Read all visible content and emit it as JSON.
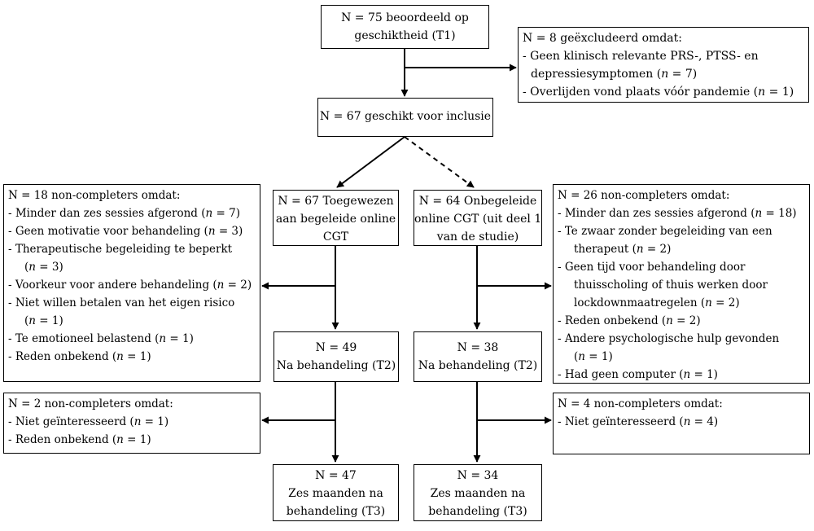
{
  "boxes": {
    "assessed": [
      "N = 75 beoordeeld op",
      "geschiktheid (T1)"
    ],
    "excluded": {
      "title": "N = 8 geëxcludeerd omdat:",
      "items": [
        [
          "- Geen klinisch relevante PRS-, PTSS- en",
          "depressiesymptomen (",
          "n",
          " = 7)"
        ],
        [
          "- Overlijden vond plaats vóór pandemie (",
          "n",
          " = 1)"
        ]
      ]
    },
    "eligible": [
      "N = 67 geschikt voor inclusie"
    ],
    "guided": [
      "N = 67 Toegewezen",
      "aan begeleide online",
      "CGT"
    ],
    "unguided": [
      "N = 64 Onbegeleide",
      "online CGT (uit deel 1",
      "van de studie)"
    ],
    "left_noncompleters_1": {
      "title": "N = 18 non-completers omdat:",
      "items": [
        {
          "text": "- Minder dan zes sessies afgerond (",
          "n": "n",
          "rest": " = 7)"
        },
        {
          "text": "- Geen motivatie voor behandeling (",
          "n": "n",
          "rest": " = 3)"
        },
        {
          "text": "- Therapeutische begeleiding te beperkt",
          "cont_pre": "(",
          "n": "n",
          "rest": " = 3)"
        },
        {
          "text": "- Voorkeur voor andere behandeling (",
          "n": "n",
          "rest": " = 2)"
        },
        {
          "text": "- Niet willen betalen van het eigen risico",
          "cont_pre": "(",
          "n": "n",
          "rest": " = 1)"
        },
        {
          "text": "- Te emotioneel belastend (",
          "n": "n",
          "rest": " = 1)"
        },
        {
          "text": "- Reden onbekend (",
          "n": "n",
          "rest": " = 1)"
        }
      ]
    },
    "right_noncompleters_1": {
      "title": "N = 26 non-completers omdat:",
      "items": [
        {
          "text": "- Minder dan zes sessies afgerond (",
          "n": "n",
          "rest": " = 18)"
        },
        {
          "text": "- Te zwaar zonder begeleiding van een",
          "cont_pre": "therapeut (",
          "n": "n",
          "rest": " = 2)"
        },
        {
          "text": "- Geen tijd voor behandeling door",
          "cont_lines": [
            "thuisscholing of thuis werken door"
          ],
          "cont_pre": "lockdownmaatregelen (",
          "n": "n",
          "rest": " = 2)"
        },
        {
          "text": "- Reden onbekend (",
          "n": "n",
          "rest": " = 2)"
        },
        {
          "text": "- Andere psychologische hulp gevonden",
          "cont_pre": "(",
          "n": "n",
          "rest": " = 1)"
        },
        {
          "text": "- Had geen computer (",
          "n": "n",
          "rest": " = 1)"
        }
      ]
    },
    "guided_post": [
      "N = 49",
      "Na behandeling (T2)"
    ],
    "unguided_post": [
      "N = 38",
      "Na behandeling (T2)"
    ],
    "left_noncompleters_2": {
      "title": "N = 2 non-completers omdat:",
      "items": [
        {
          "text": "- Niet geïnteresseerd (",
          "n": "n",
          "rest": " = 1)"
        },
        {
          "text": "- Reden onbekend (",
          "n": "n",
          "rest": " = 1)"
        }
      ]
    },
    "right_noncompleters_2": {
      "title": "N = 4 non-completers omdat:",
      "items": [
        {
          "text": "- Niet geïnteresseerd (",
          "n": "n",
          "rest": " = 4)"
        }
      ]
    },
    "guided_followup": [
      "N = 47",
      "Zes maanden na",
      "behandeling (T3)"
    ],
    "unguided_followup": [
      "N = 34",
      "Zes maanden na",
      "behandeling (T3)"
    ]
  }
}
